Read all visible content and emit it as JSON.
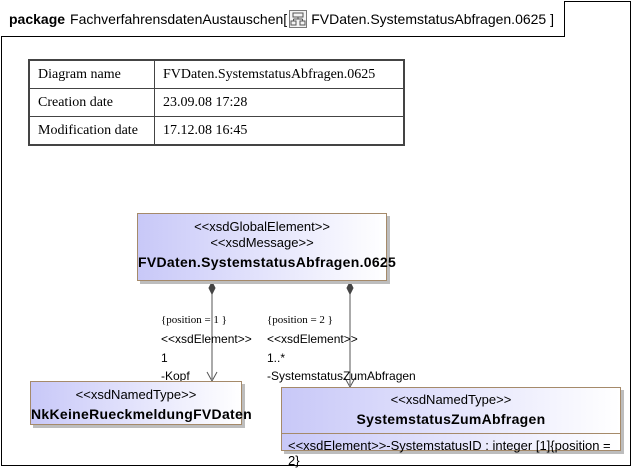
{
  "package": {
    "keyword": "package",
    "name": "FachverfahrensdatenAustauschen[",
    "diagram_ref": "FVDaten.SystemstatusAbfragen.0625 ]"
  },
  "info_table": [
    {
      "key": "Diagram name",
      "value": "FVDaten.SystemstatusAbfragen.0625"
    },
    {
      "key": "Creation date",
      "value": "23.09.08 17:28"
    },
    {
      "key": "Modification date",
      "value": "17.12.08 16:45"
    }
  ],
  "top_class": {
    "stereotype1": "<<xsdGlobalElement>>",
    "stereotype2": "<<xsdMessage>>",
    "name": "FVDaten.SystemstatusAbfragen.0625"
  },
  "left_class": {
    "stereotype": "<<xsdNamedType>>",
    "name": "NkKeineRueckmeldungFVDaten"
  },
  "right_class": {
    "stereotype": "<<xsdNamedType>>",
    "name": "SystemstatusZumAbfragen",
    "attribute": "<<xsdElement>>-SystemstatusID : integer [1]{position = 2}"
  },
  "assoc_left": {
    "constraint": "{position = 1   }",
    "stereotype": "<<xsdElement>>",
    "multiplicity": "1",
    "role": "-Kopf"
  },
  "assoc_right": {
    "constraint": "{position = 2   }",
    "stereotype": "<<xsdElement>>",
    "multiplicity": "1..*",
    "role": "-SystemstatusZumAbfragen"
  },
  "colors": {
    "class_fill_start": "#c8c8f8",
    "class_border": "#a58a6a"
  }
}
